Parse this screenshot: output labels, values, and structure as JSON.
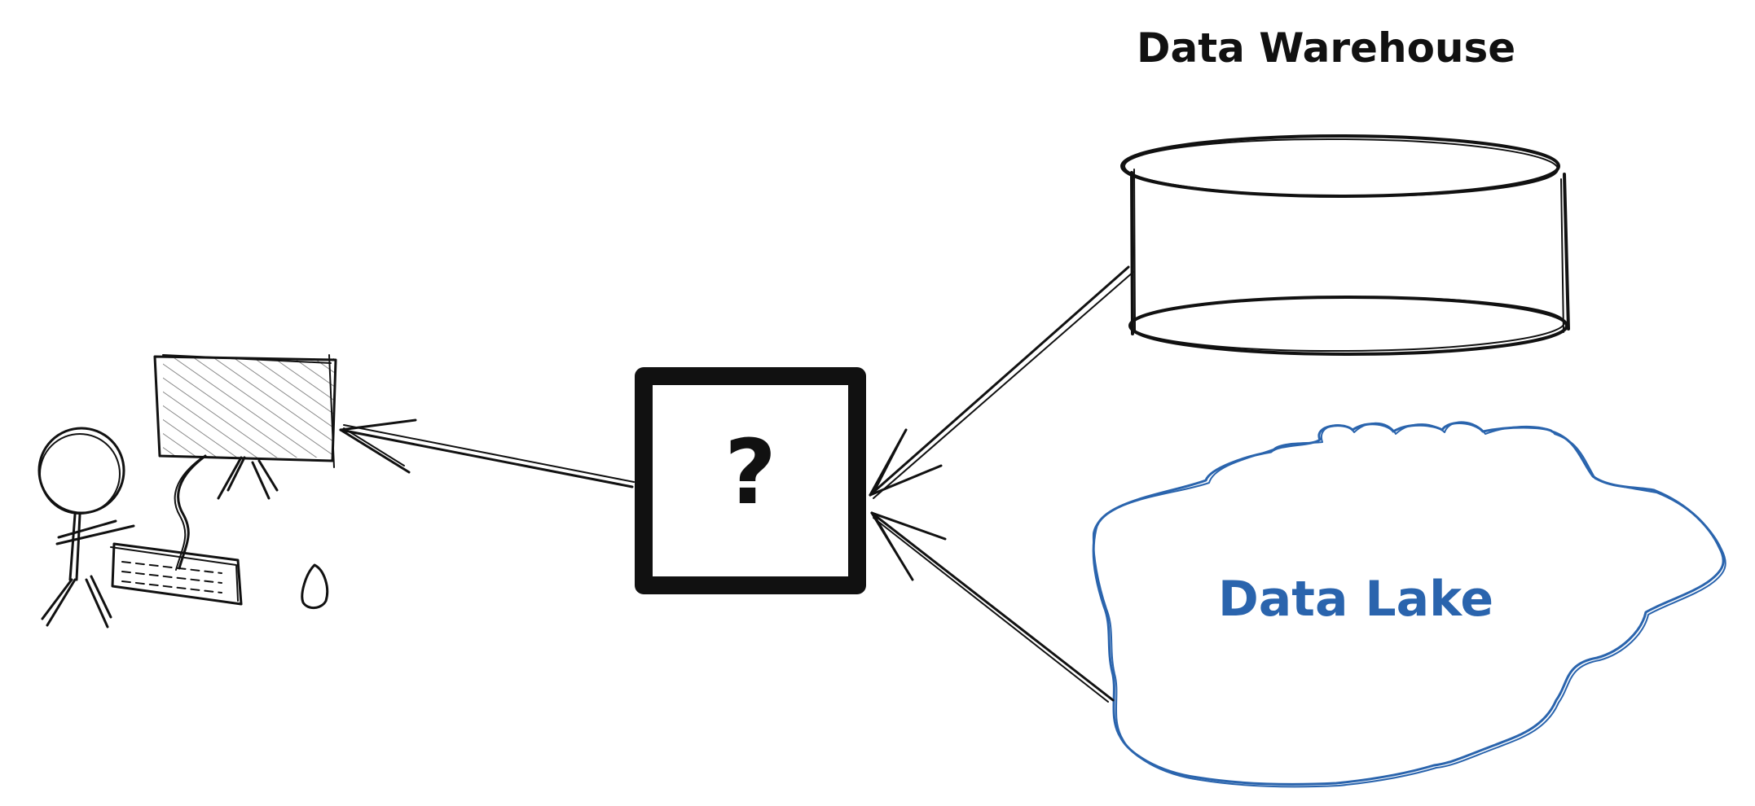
{
  "diagram": {
    "nodes": {
      "data_warehouse": {
        "label": "Data Warehouse"
      },
      "data_lake": {
        "label": "Data Lake"
      },
      "unknown_box": {
        "label": "?"
      },
      "user_workstation": {
        "label": ""
      }
    },
    "edges": [
      {
        "from": "data_warehouse",
        "to": "unknown_box"
      },
      {
        "from": "data_lake",
        "to": "unknown_box"
      },
      {
        "from": "unknown_box",
        "to": "user_workstation"
      }
    ]
  },
  "colors": {
    "ink": "#111111",
    "lake": "#2a64ad",
    "screen_hatch": "#8a8a8a",
    "background": "#ffffff"
  }
}
